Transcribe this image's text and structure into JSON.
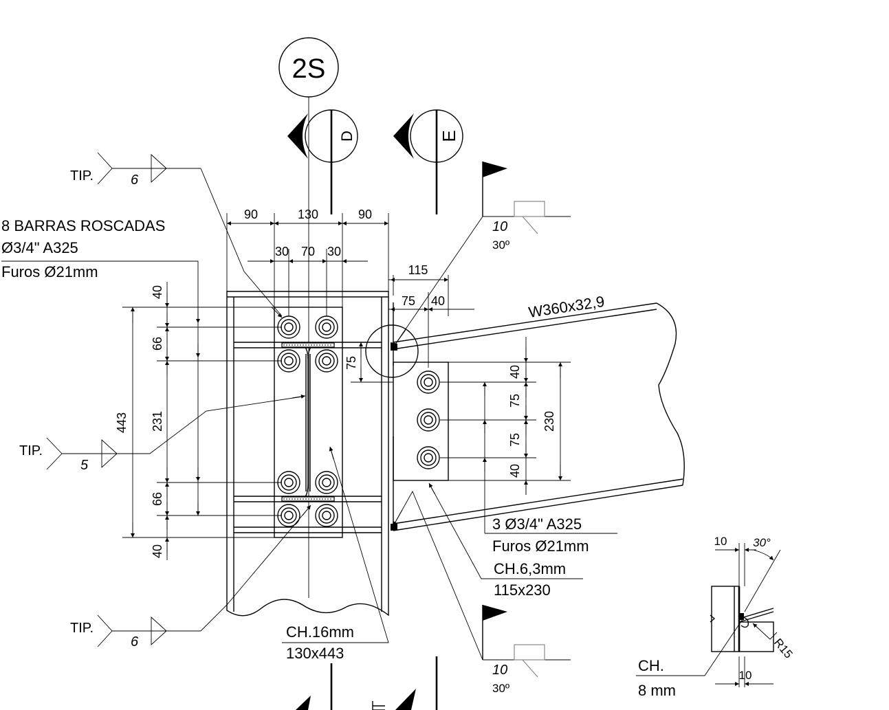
{
  "markers": {
    "section": "2S",
    "detail_d": "D",
    "detail_e": "E"
  },
  "weld_notes": {
    "tip_label": "TIP.",
    "top_size": "6",
    "mid_size": "5",
    "bottom_size": "6",
    "right_top_size": "10",
    "right_top_angle": "30º",
    "right_bottom_size": "10",
    "right_bottom_angle": "30º"
  },
  "callouts": {
    "bars_line1": "8 BARRAS ROSCADAS",
    "bars_line2": "Ø3/4\"   A325",
    "bars_line3": "Furos Ø21mm",
    "beam_profile": "W360x32,9",
    "bolts_line1": "3 Ø3/4\"  A325",
    "bolts_line2": "Furos Ø21mm",
    "plate6_line1": "CH.6,3mm",
    "plate6_line2": "115x230",
    "plate16_line1": "CH.16mm",
    "plate16_line2": "130x443",
    "ch8_line1": "CH.",
    "ch8_line2": "8 mm"
  },
  "dimensions": {
    "top_left": "90",
    "top_mid": "130",
    "top_right": "90",
    "sub_30a": "30",
    "sub_70": "70",
    "sub_30b": "30",
    "d115": "115",
    "d75": "75",
    "d40": "40",
    "v40_top": "40",
    "v66_top": "66",
    "v231": "231",
    "v443": "443",
    "v66_bot": "66",
    "v40_bot": "40",
    "v75_flange": "75",
    "r40_top": "40",
    "r75_a": "75",
    "r75_b": "75",
    "r40_bot": "40",
    "r230": "230",
    "det_10_top": "10",
    "det_30": "30°",
    "det_r15": "R15",
    "det_10_bot": "10"
  }
}
